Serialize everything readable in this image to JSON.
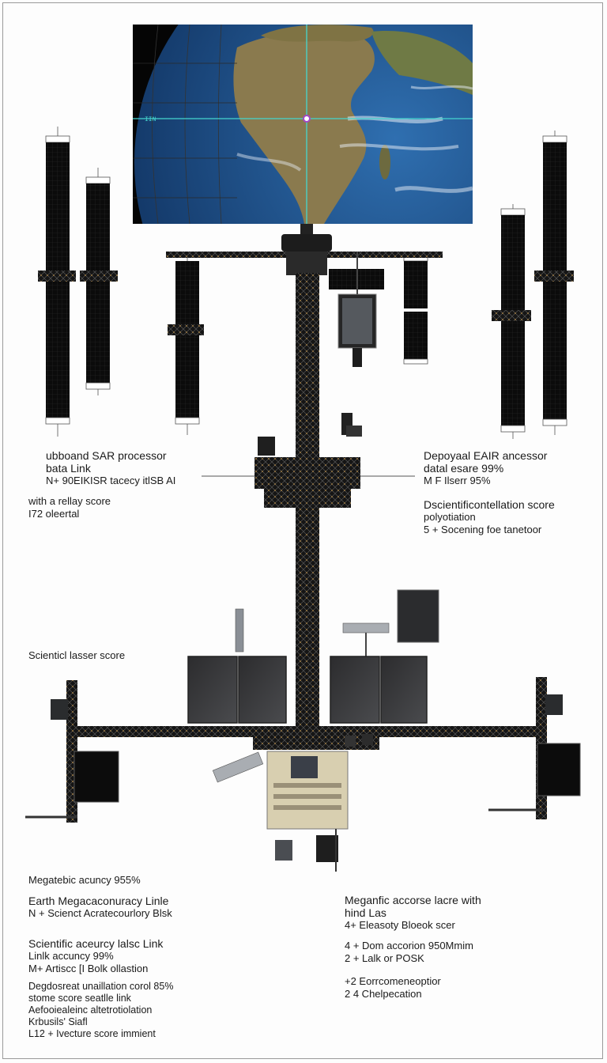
{
  "earth_view": {
    "crosshair_tag": "IIN"
  },
  "labels": {
    "left_upper": {
      "lines": [
        "ubboand SAR processor",
        "bata Link",
        "N+ 90EIKISR tacecy itlSB AI"
      ]
    },
    "left_relay": {
      "lines": [
        "with a rellay score",
        "I72 oleertal"
      ]
    },
    "right_upper": {
      "lines": [
        "Depoyaal EAIR ancessor",
        "datal esare 99%",
        "M F Ilserr 95%"
      ]
    },
    "right_constellation": {
      "lines": [
        "Dscientificontellation score",
        "polyotiation",
        "5 + Socening foe tanetoor"
      ]
    },
    "left_laser": {
      "lines": [
        "Scienticl lasser score"
      ]
    },
    "bottom_left_1": {
      "lines": [
        "Megatebic acuncy 955%"
      ]
    },
    "bottom_left_2": {
      "lines": [
        "Earth Megacaconuracy Linle",
        "N + Scienct Acratecourlory Blsk"
      ]
    },
    "bottom_left_3": {
      "lines": [
        "Scientific aceurcy lalsc Link",
        "Linlk accuncy  99%",
        "M+ Artiscc  [I Bolk ollastion"
      ]
    },
    "bottom_left_4": {
      "lines": [
        "Degdosreat unaillation corol 85%",
        "stome score seatlle link",
        "Aefooiealeinc altetrotiolation",
        "Krbusils' Siafl",
        "L12 +  Ivecture score immient"
      ]
    },
    "bottom_right_1": {
      "lines": [
        "Meganfic accorse lacre with",
        "hind Las",
        "4+  Eleasoty Bloeok scer"
      ]
    },
    "bottom_right_2": {
      "lines": [
        "4 +  Dom accorion 950Mmim",
        "2 + Lalk  or  POSK"
      ]
    },
    "bottom_right_3": {
      "lines": [
        "+2  Eorrcomeneoptior",
        "2 4  Chelpecation"
      ]
    }
  },
  "colors": {
    "ocean": "#1d4f86",
    "land": "#8a7a4e",
    "crosshair": "#45d6cf",
    "truss": "#1b1b1b",
    "panel": "#0c0c0c",
    "module": "#d8cfb0"
  }
}
